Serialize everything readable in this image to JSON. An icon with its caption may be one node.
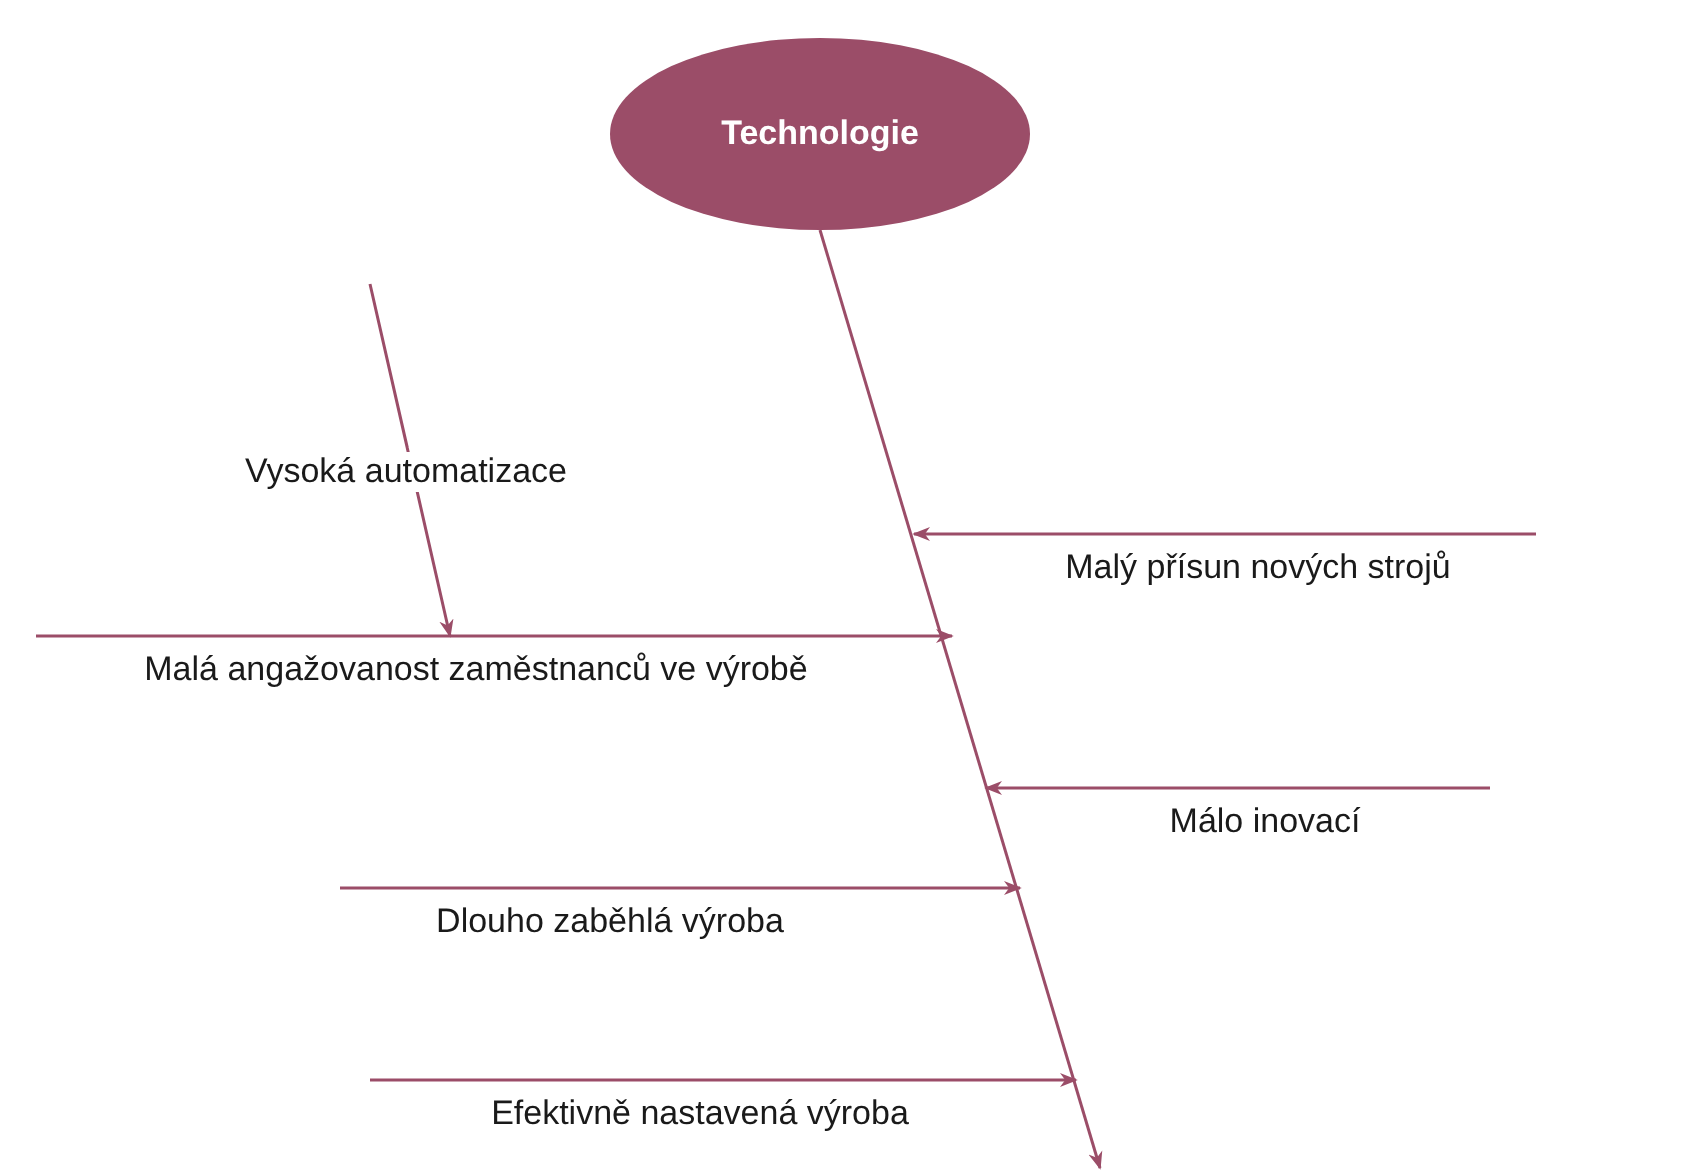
{
  "diagram": {
    "nodes": [
      {
        "text": [
          "Technologie"
        ]
      },
      {
        "text": [
          "Vysoká automatizace"
        ]
      },
      {
        "text": [
          "Malá angažovanost zaměstnanců ve výrobě"
        ]
      },
      {
        "text": [
          "Malý přísun nových strojů"
        ]
      },
      {
        "text": [
          "Málo inovací"
        ]
      },
      {
        "text": [
          "Dlouho zaběhlá výroba"
        ]
      },
      {
        "text": [
          "Efektivně nastavená výroba"
        ]
      }
    ],
    "edges": [
      {
        "from": 0,
        "to": null,
        "arrow": "to"
      },
      {
        "from": 1,
        "to": 2,
        "arrow": "to"
      },
      {
        "from": 2,
        "to": null,
        "arrow": "to"
      },
      {
        "from": 3,
        "to": null,
        "arrow": "to"
      },
      {
        "from": 4,
        "to": null,
        "arrow": "to"
      },
      {
        "from": 5,
        "to": null,
        "arrow": "to"
      },
      {
        "from": 6,
        "to": null,
        "arrow": "to"
      }
    ]
  }
}
